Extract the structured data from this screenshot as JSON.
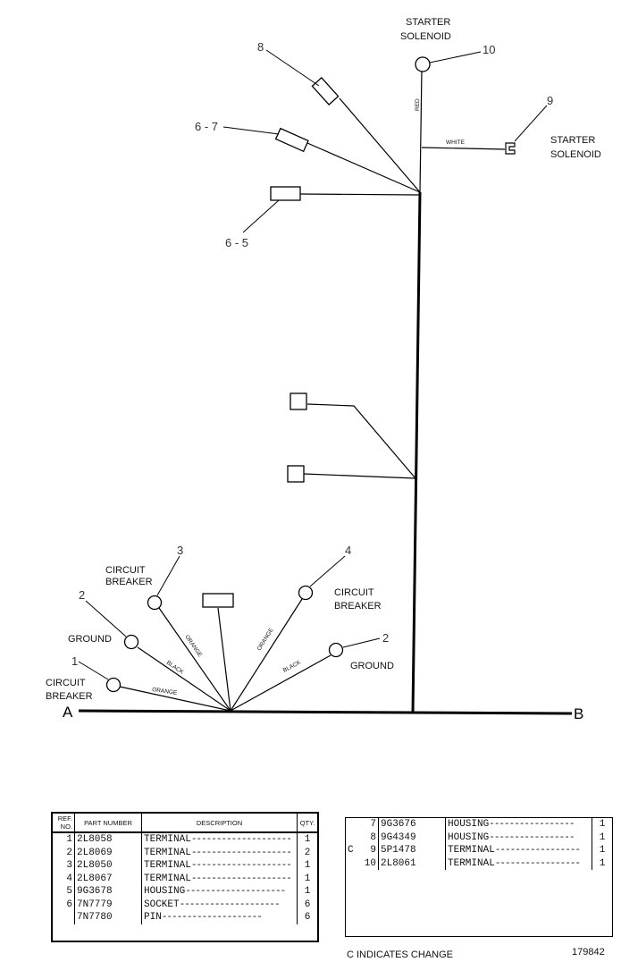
{
  "labels": {
    "starter_solenoid_top_1": "STARTER",
    "starter_solenoid_top_2": "SOLENOID",
    "starter_solenoid_right_1": "STARTER",
    "starter_solenoid_right_2": "SOLENOID",
    "circuit_breaker_a_1": "CIRCUIT",
    "circuit_breaker_a_2": "BREAKER",
    "circuit_breaker_b_1": "CIRCUIT",
    "circuit_breaker_b_2": "BREAKER",
    "circuit_breaker_c_1": "CIRCUIT",
    "circuit_breaker_c_2": "BREAKER",
    "ground_left": "GROUND",
    "ground_right": "GROUND",
    "point_a": "A",
    "point_b": "B"
  },
  "callouts": {
    "c8": "8",
    "c10": "10",
    "c9": "9",
    "c67": "6 - 7",
    "c65": "6 - 5",
    "c3": "3",
    "c2_left": "2",
    "c1": "1",
    "c4": "4",
    "c2_right": "2"
  },
  "wires": {
    "red": "RED",
    "white": "WHITE",
    "orange1": "ORANGE",
    "black1": "BLACK",
    "orange2": "ORANGE",
    "orange3": "ORANGE",
    "black2": "BLACK"
  },
  "parts_table": {
    "headers": {
      "ref": "REF. NO.",
      "part": "PART NUMBER",
      "desc": "DESCRIPTION",
      "qty": "QTY."
    },
    "rows_left": [
      {
        "change": "",
        "ref": "1",
        "part": "2L8058",
        "desc": "TERMINAL",
        "qty": "1"
      },
      {
        "change": "",
        "ref": "2",
        "part": "2L8069",
        "desc": "TERMINAL",
        "qty": "2"
      },
      {
        "change": "",
        "ref": "3",
        "part": "2L8050",
        "desc": "TERMINAL",
        "qty": "1"
      },
      {
        "change": "",
        "ref": "4",
        "part": "2L8067",
        "desc": "TERMINAL",
        "qty": "1"
      },
      {
        "change": "",
        "ref": "5",
        "part": "9G3678",
        "desc": "HOUSING",
        "qty": "1"
      },
      {
        "change": "",
        "ref": "6",
        "part": "7N7779",
        "desc": "SOCKET",
        "qty": "6"
      },
      {
        "change": "",
        "ref": "",
        "part": "7N7780",
        "desc": "PIN",
        "qty": "6"
      }
    ],
    "rows_right": [
      {
        "change": "",
        "ref": "7",
        "part": "9G3676",
        "desc": "HOUSING",
        "qty": "1"
      },
      {
        "change": "",
        "ref": "8",
        "part": "9G4349",
        "desc": "HOUSING",
        "qty": "1"
      },
      {
        "change": "C",
        "ref": "9",
        "part": "5P1478",
        "desc": "TERMINAL",
        "qty": "1"
      },
      {
        "change": "",
        "ref": "10",
        "part": "2L8061",
        "desc": "TERMINAL",
        "qty": "1"
      }
    ]
  },
  "footer": {
    "change_note": "C INDICATES CHANGE",
    "drawing_number": "179842"
  }
}
